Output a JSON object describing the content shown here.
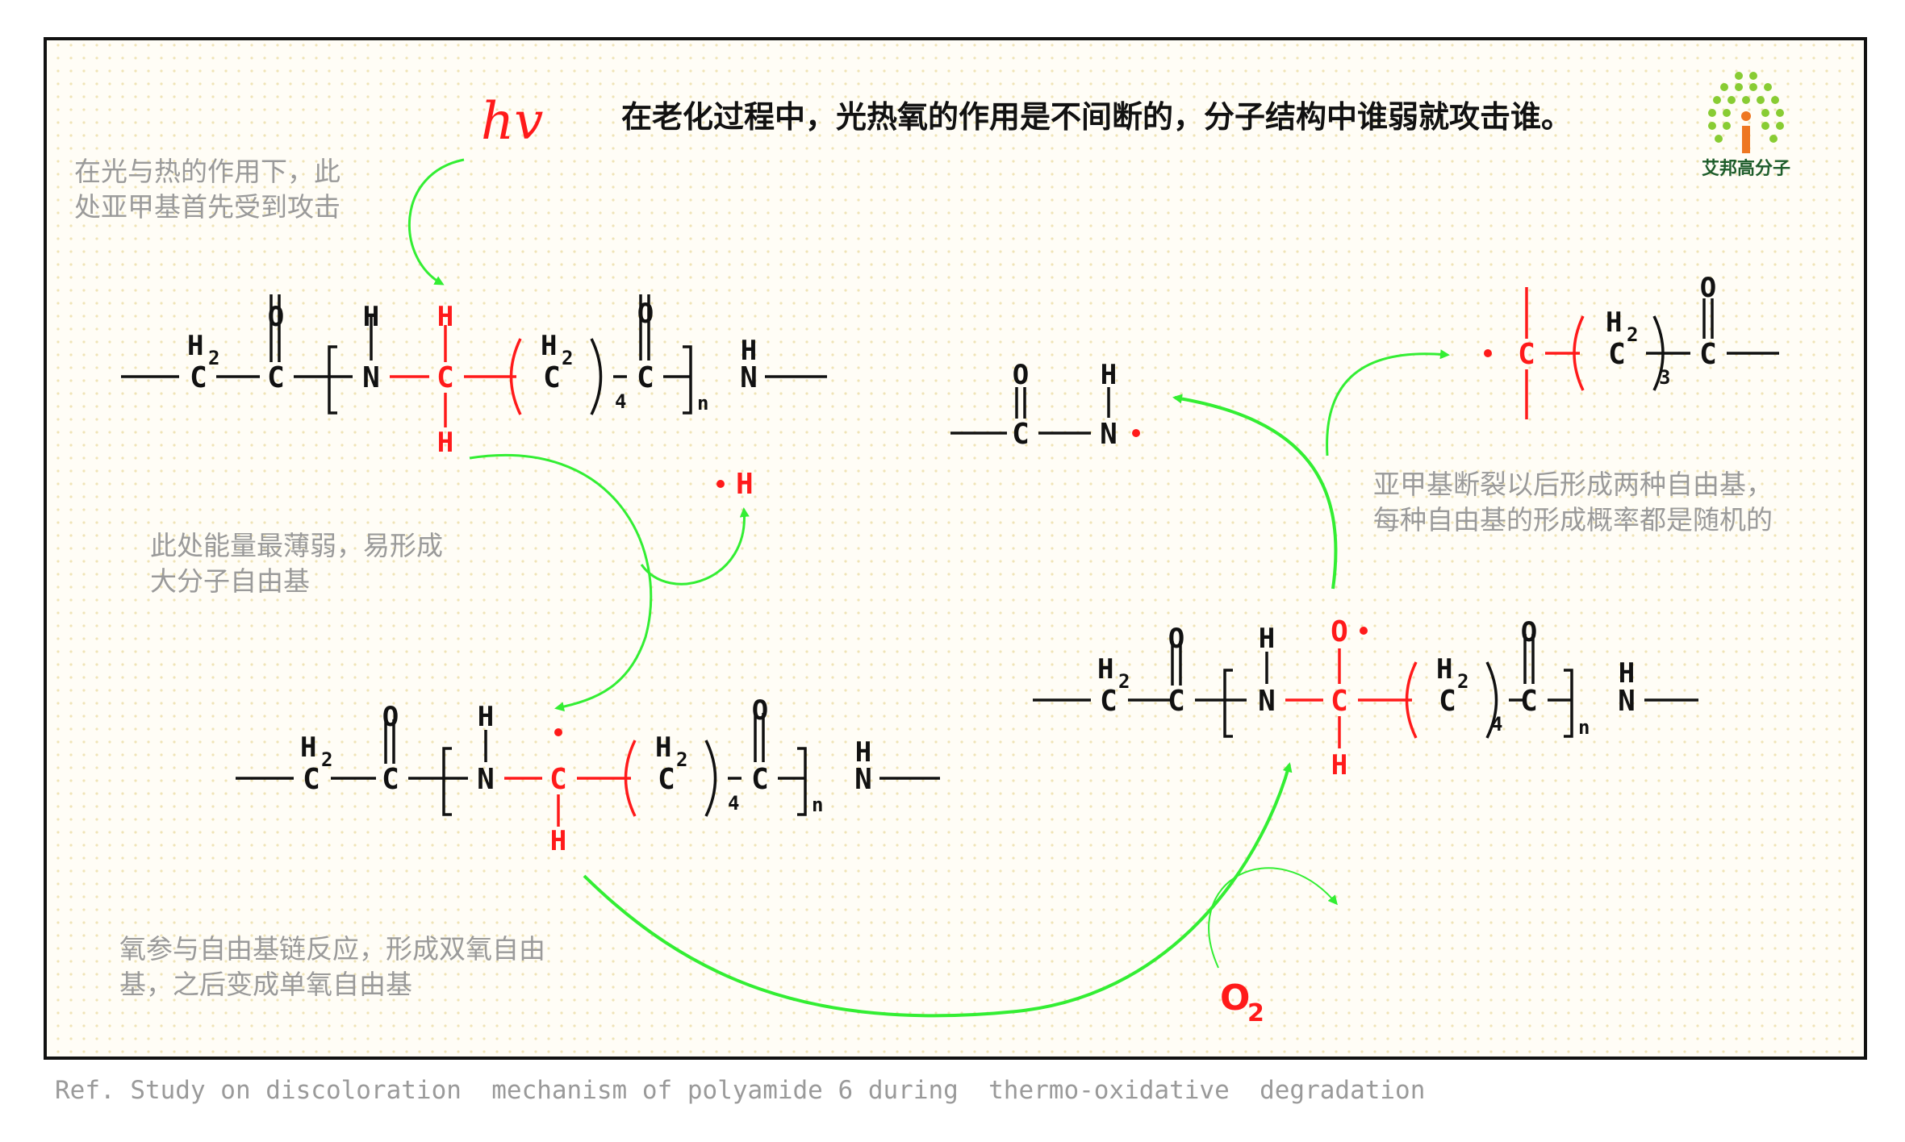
{
  "header": {
    "hv_label": "hv",
    "title": "在老化过程中，光热氧的作用是不间断的，分子结构中谁弱就攻击谁。"
  },
  "logo": {
    "text": "艾邦高分子",
    "dot_color": "#88cc33",
    "accent_color": "#ee7722"
  },
  "notes": {
    "attack_line1": "在光与热的作用下，此",
    "attack_line2": "处亚甲基首先受到攻击",
    "weak_line1": "此处能量最薄弱，易形成",
    "weak_line2": "大分子自由基",
    "oxygen_line1": "氧参与自由基链反应，形成双氧自由",
    "oxygen_line2": "基，之后变成单氧自由基",
    "scission_line1": "亚甲基断裂以后形成两种自由基，",
    "scission_line2": "每种自由基的形成概率都是随机的"
  },
  "labels": {
    "h_radical": "H",
    "o2": "O",
    "o2_sub": "2",
    "n": "n",
    "four": "4",
    "three": "3"
  },
  "reference": "Ref. Study on discoloration  mechanism of polyamide 6 during  thermo-oxidative  degradation",
  "colors": {
    "arrow": "#33ee33",
    "highlight": "#ff1a1a",
    "note_text": "#9a9a9a",
    "background_dot": "#efe3b6"
  }
}
